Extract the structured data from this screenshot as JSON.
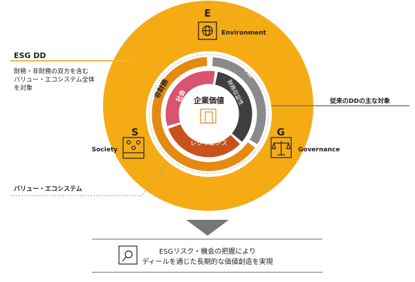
{
  "esg_dd": {
    "title": "ESG DD",
    "desc_lines": [
      "財務・非財務の双方を含む",
      "バリュー・エコシステム全体",
      "を対象"
    ]
  },
  "value_ecosystem_label": "バリュー・エコシステム",
  "traditional_dd_label": "従来のDDの主な対象",
  "pillars": {
    "e": {
      "letter": "E",
      "name": "Environment"
    },
    "s": {
      "letter": "S",
      "name": "Society"
    },
    "g": {
      "letter": "G",
      "name": "Governance"
    }
  },
  "outer_ring": {
    "non_financial": "非財務",
    "financial": "財務"
  },
  "inner_ring": {
    "society": "社会",
    "financial_return": "財務収益性",
    "resilience": "レジリエンス"
  },
  "center_label": "企業価値",
  "result": {
    "lines": [
      "ESGリスク・機会の把握により",
      "ディールを通じた長期的な価値創造を実現"
    ]
  },
  "colors": {
    "yellow": "#F5AB14",
    "orange": "#E48A12",
    "gray": "#8A8A8C",
    "dark": "#3F3F42",
    "pink": "#D9546F",
    "rust": "#C9511C"
  }
}
